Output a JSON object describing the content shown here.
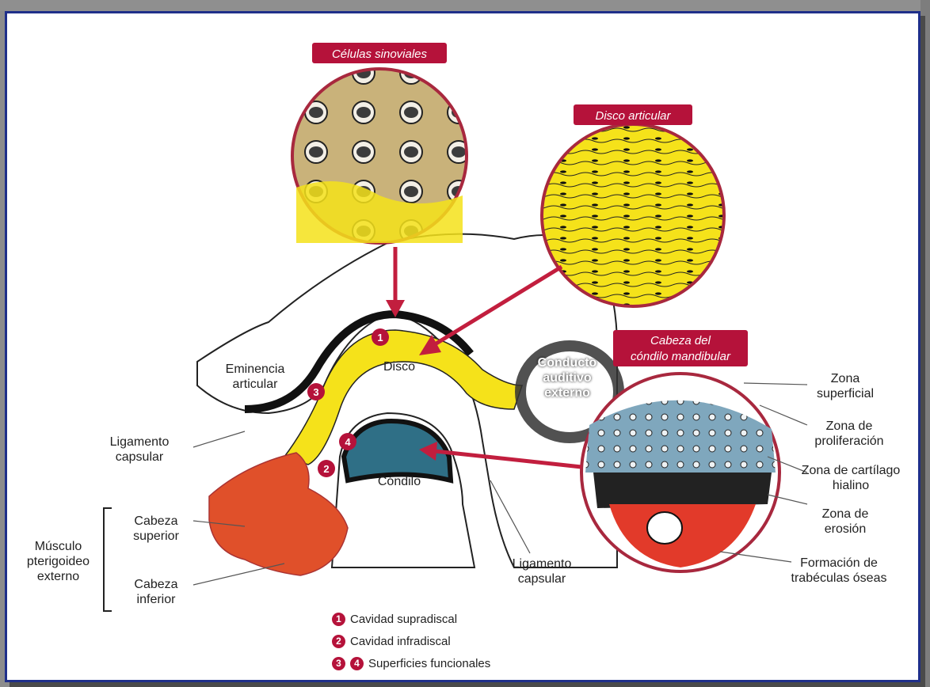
{
  "callouts": {
    "synovial": "Células sinoviales",
    "disc": "Disco articular",
    "condyle_head": "Cabeza del cóndilo mandibular"
  },
  "labels": {
    "eminencia": "Eminencia articular",
    "disco": "Disco",
    "conducto": "Conducto auditivo externo",
    "condilo": "Cóndilo",
    "ligamento_left": "Ligamento capsular",
    "ligamento_bottom": "Ligamento capsular",
    "musculo": "Músculo pterigoideo externo",
    "cabeza_superior": "Cabeza superior",
    "cabeza_inferior": "Cabeza inferior",
    "zona_superficial": "Zona superficial",
    "zona_proliferacion": "Zona de proliferación",
    "zona_cartilago": "Zona de cartílago hialino",
    "zona_erosion": "Zona de erosión",
    "formacion": "Formación de trabéculas óseas"
  },
  "markers": [
    "1",
    "2",
    "3",
    "4"
  ],
  "legend": [
    {
      "nums": [
        "1"
      ],
      "text": "Cavidad supradiscal"
    },
    {
      "nums": [
        "2"
      ],
      "text": "Cavidad infradiscal"
    },
    {
      "nums": [
        "3",
        "4"
      ],
      "text": "Superficies funcionales"
    }
  ],
  "colors": {
    "accent": "#b5123a",
    "disc_yellow": "#f5e21a",
    "bone_blue": "#2f6f86",
    "muscle_red": "#e0502a",
    "border_blue": "#1f2f8a"
  }
}
